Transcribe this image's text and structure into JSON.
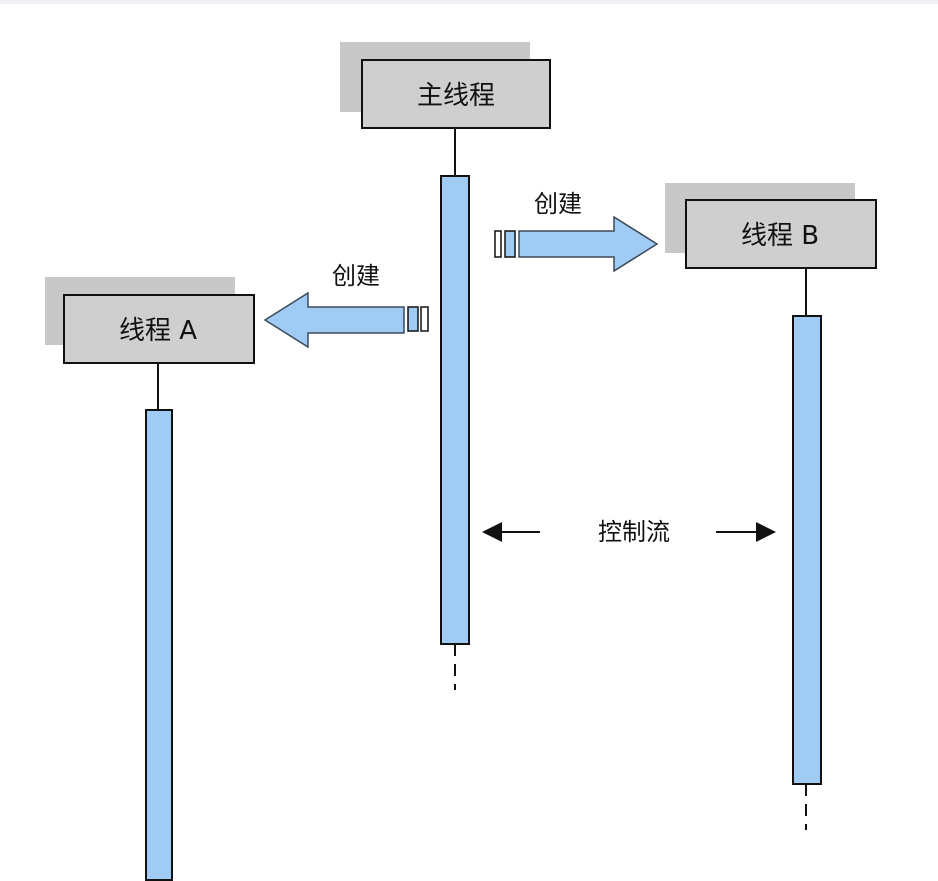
{
  "threads": {
    "main": {
      "label": "主线程"
    },
    "a": {
      "label": "线程 A"
    },
    "b": {
      "label": "线程 B"
    }
  },
  "arrows": {
    "create_b": {
      "label": "创建"
    },
    "create_a": {
      "label": "创建"
    }
  },
  "control_flow": {
    "label": "控制流"
  },
  "colors": {
    "box_fill": "#cfcfcf",
    "box_shadow": "#c8c8c8",
    "activation_fill": "#9fcbf5",
    "arrow_fill": "#9fcbf5",
    "stroke": "#111111"
  }
}
